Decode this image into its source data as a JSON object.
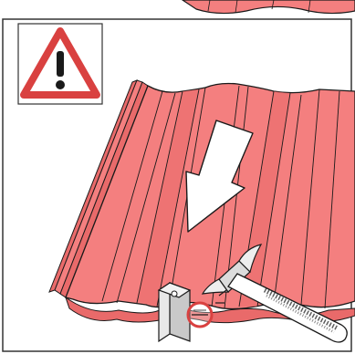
{
  "illustration": {
    "warning_sign_icon": "warning-triangle-exclamation",
    "direction_arrow_icon": "down-arrow",
    "tool_icon": "hammer",
    "colors": {
      "tile_fill": "#f47f7f",
      "tile_shade": "#e96a6a",
      "outline": "#1a1a1a",
      "warning_red": "#d94140",
      "frame": "#333333",
      "hook_metal": "#c9c9c9",
      "hammer_handle": "#ffffff"
    }
  }
}
